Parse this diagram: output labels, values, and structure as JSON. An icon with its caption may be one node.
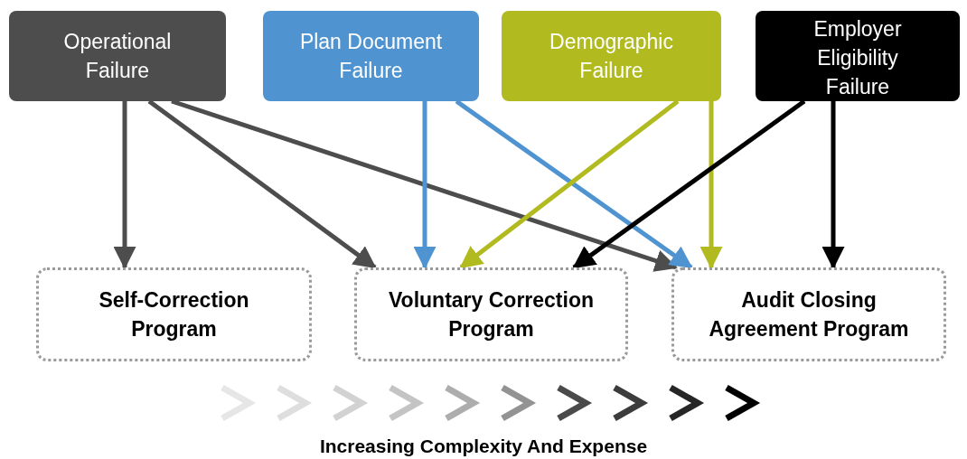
{
  "diagram": {
    "nodes": [
      {
        "text": [
          "Operational Failure"
        ]
      },
      {
        "text": [
          "Plan Document Failure"
        ]
      },
      {
        "text": [
          "Demographic Failure"
        ]
      },
      {
        "text": [
          "Employer Eligibility Failure"
        ]
      },
      {
        "text": [
          "Self-Correction Program"
        ]
      },
      {
        "text": [
          "Voluntary Correction Program"
        ]
      },
      {
        "text": [
          "Audit Closing Agreement Program"
        ]
      }
    ],
    "edges": [
      {
        "from": 0,
        "to": 4,
        "arrow": "to"
      },
      {
        "from": 0,
        "to": 5,
        "arrow": "to"
      },
      {
        "from": 0,
        "to": 6,
        "arrow": "to"
      },
      {
        "from": 1,
        "to": 5,
        "arrow": "to",
        "color": "#4f94d0"
      },
      {
        "from": 1,
        "to": 6,
        "arrow": "to",
        "color": "#4f94d0"
      },
      {
        "from": 2,
        "to": 5,
        "arrow": "to",
        "color": "#b1bb1f"
      },
      {
        "from": 2,
        "to": 6,
        "arrow": "to",
        "color": "#b1bb1f"
      },
      {
        "from": 3,
        "to": 5,
        "arrow": "to",
        "color": "#000000"
      },
      {
        "from": 3,
        "to": 6,
        "arrow": "to",
        "color": "#000000"
      }
    ],
    "labels": [
      "Increasing Complexity And Expense"
    ]
  }
}
